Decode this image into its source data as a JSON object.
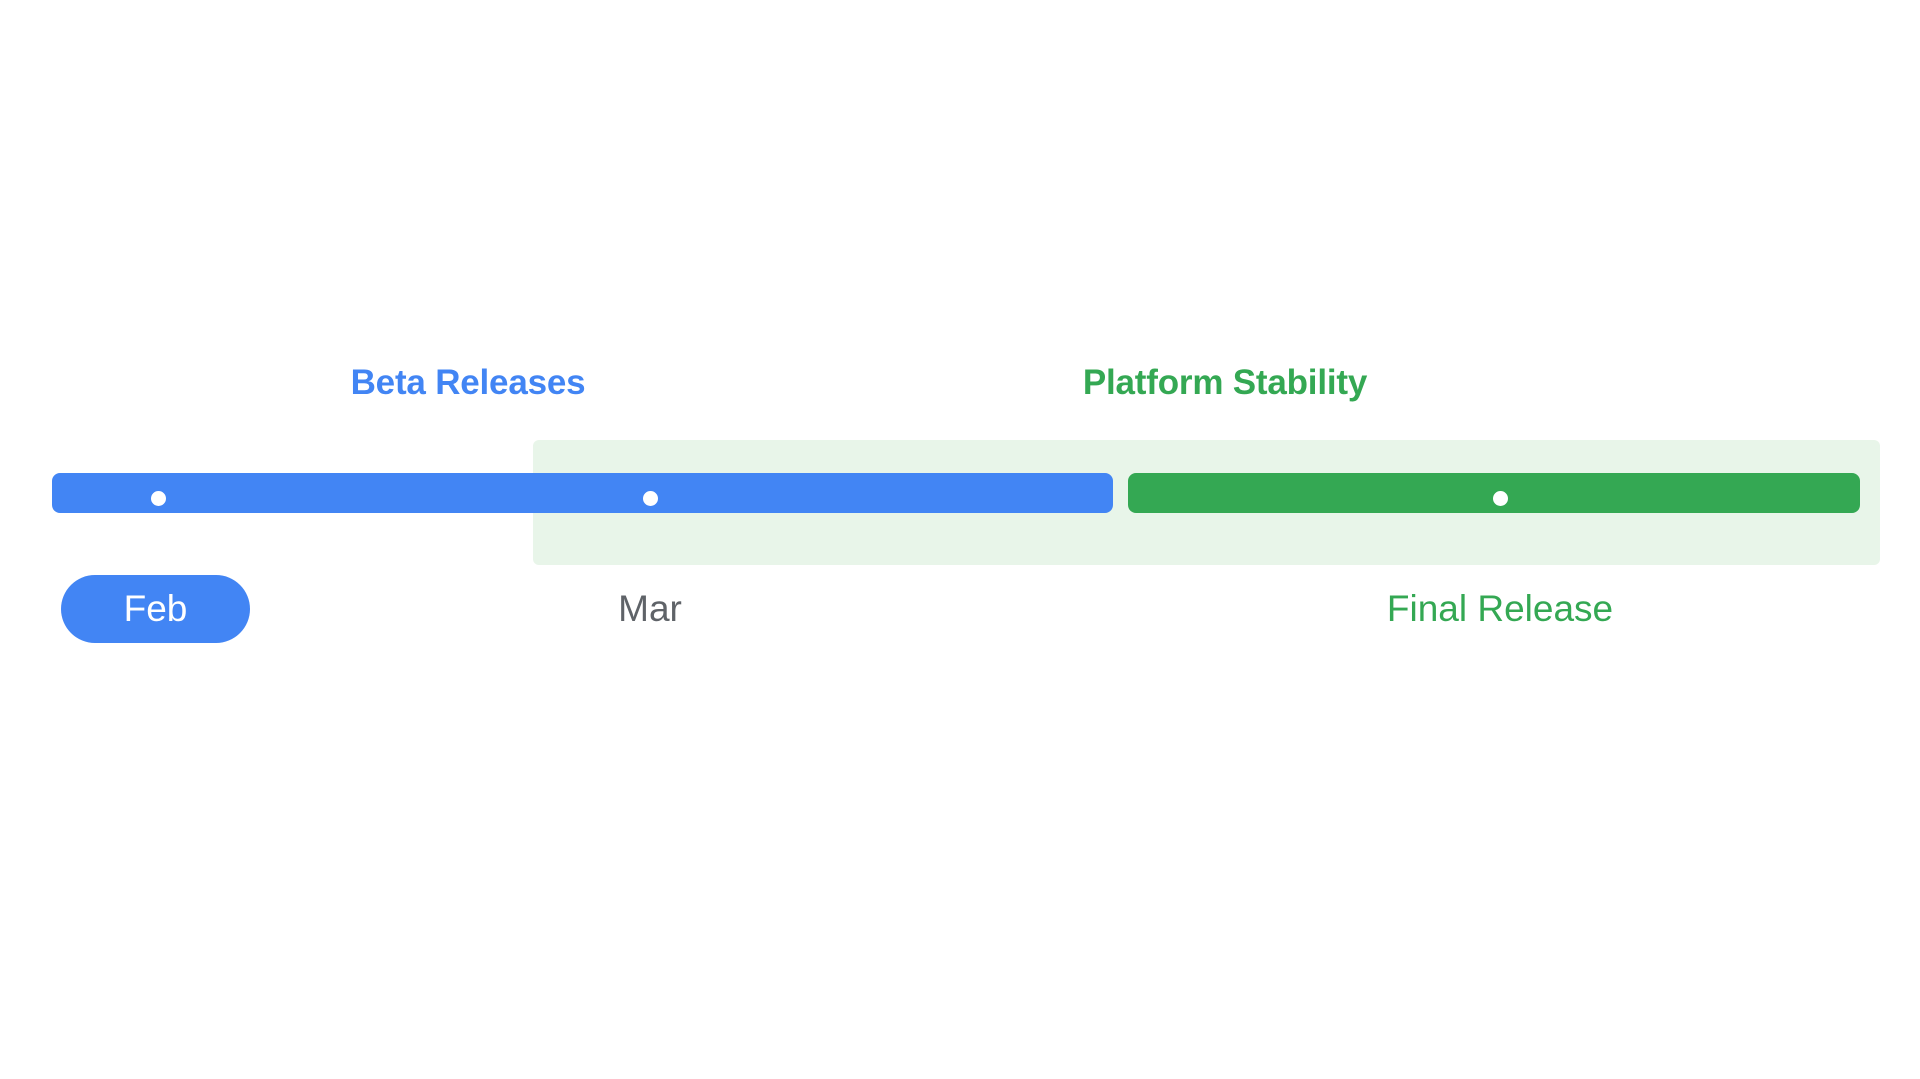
{
  "timeline": {
    "phases": [
      {
        "id": "beta-releases",
        "label": "Beta Releases",
        "color": "#4285F4"
      },
      {
        "id": "platform-stability",
        "label": "Platform Stability",
        "color": "#34A853",
        "band_color": "#E8F5E9"
      }
    ],
    "milestones": [
      {
        "id": "milestone-1",
        "on_segment": "beta"
      },
      {
        "id": "milestone-2",
        "on_segment": "beta"
      },
      {
        "id": "milestone-3",
        "on_segment": "stability"
      }
    ],
    "axis_labels": [
      {
        "id": "feb",
        "label": "Feb",
        "state": "current",
        "color": "#ffffff",
        "background": "#4285F4"
      },
      {
        "id": "mar",
        "label": "Mar",
        "state": "upcoming",
        "color": "#5F6368"
      },
      {
        "id": "final-release",
        "label": "Final Release",
        "state": "upcoming",
        "color": "#34A853"
      }
    ]
  }
}
